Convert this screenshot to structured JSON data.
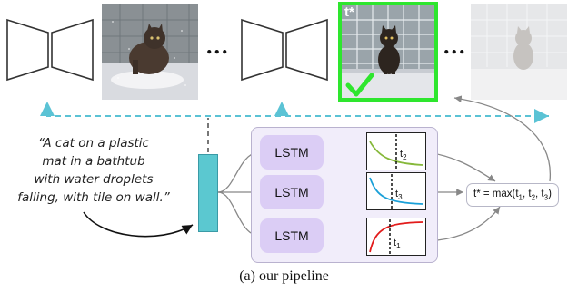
{
  "prompt": {
    "text": "“A cat on a plastic\nmat in a bathtub\nwith water droplets\nfalling, with tile on wall.”"
  },
  "pipeline": {
    "ellipsis_1": "...",
    "ellipsis_2": "...",
    "selected_label": "t*",
    "selected_color": "#2ee62e"
  },
  "lstm_blocks": [
    {
      "label": "LSTM",
      "curve_color": "#86b83a",
      "t_label": "t",
      "t_sub": "2"
    },
    {
      "label": "LSTM",
      "curve_color": "#1aa0d8",
      "t_label": "t",
      "t_sub": "3"
    },
    {
      "label": "LSTM",
      "curve_color": "#e21b1b",
      "t_label": "t",
      "t_sub": "1"
    }
  ],
  "formula": {
    "prefix": "t* = max(t",
    "sub1": "1",
    "mid1": ", t",
    "sub2": "2",
    "mid2": ", t",
    "sub3": "3",
    "suffix": ")"
  },
  "colors": {
    "encoder_fill": "#ffffff",
    "encoder_stroke": "#333333",
    "dashed_arrow": "#5bc3d5",
    "embedding_bar": "#5bc8d0",
    "panel_bg": "#f1edfa",
    "lstm_fill": "#dbcdf5"
  },
  "caption": "(a) our pipeline"
}
